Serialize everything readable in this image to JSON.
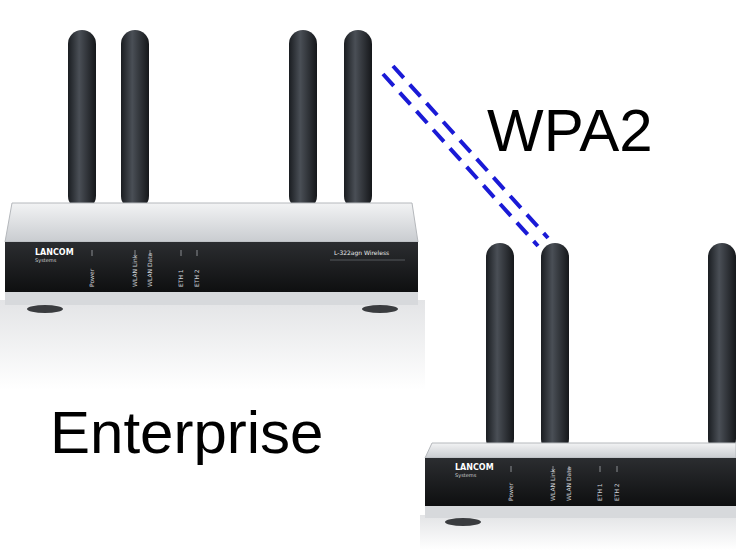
{
  "diagram": {
    "labels": [
      "WPA2",
      "Enterprise",
      "LANCOM",
      "Systems",
      "Power",
      "WLAN Link",
      "WLAN Data",
      "ETH 1",
      "ETH 2",
      "L-322agn Wireless",
      "LANCOM",
      "Systems",
      "Power",
      "WLAN Link",
      "WLAN Data",
      "ETH 1",
      "ETH 2"
    ]
  }
}
